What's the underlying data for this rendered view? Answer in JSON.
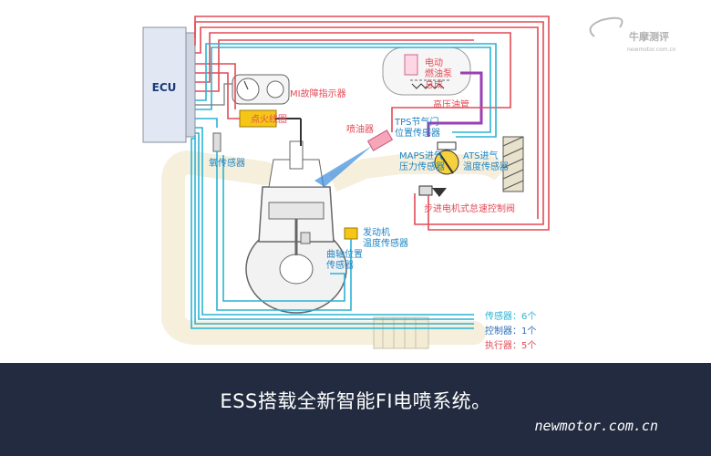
{
  "labels": {
    "ecu": "ECU",
    "pump": [
      "电动",
      "燃油泵",
      "总成"
    ],
    "rail": "高压油管",
    "mil": "MI故障指示器",
    "coil": "点火线圈",
    "injector": "喷油器",
    "tps": [
      "TPS节气门",
      "位置传感器"
    ],
    "maps": [
      "MAPS进气",
      "压力传感器"
    ],
    "ats": [
      "ATS进气",
      "温度传感器"
    ],
    "oxygen": "氧传感器",
    "stepper": "步进电机式怠速控制阀",
    "engine_temp": [
      "发动机",
      "温度传感器"
    ],
    "crank": [
      "曲轴位置",
      "传感器"
    ]
  },
  "legend": [
    {
      "text": "传感器：6个",
      "color": "#2ab3d4"
    },
    {
      "text": "控制器：1个",
      "color": "#2d6db7"
    },
    {
      "text": "执行器：5个",
      "color": "#e34a55"
    }
  ],
  "colors": {
    "wire_red": "#e34a55",
    "wire_blue": "#2ab3d4",
    "wire_purple": "#9b3fb5",
    "bar": "#222b3f"
  },
  "logo_text": "牛摩测评",
  "logo_sub": "newmotor.com.cn",
  "caption": "ESS搭载全新智能FI电喷系统。",
  "site": "newmotor.com.cn"
}
